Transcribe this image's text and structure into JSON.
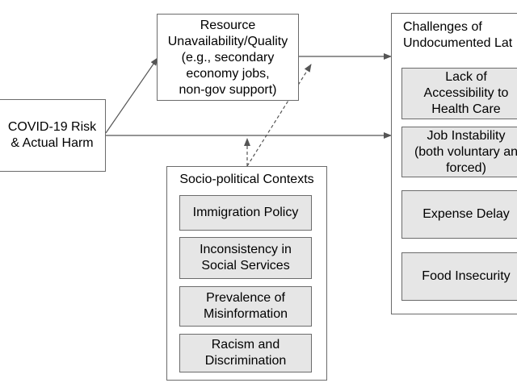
{
  "nodes": {
    "covid": {
      "label": "COVID-19 Risk\n& Actual Harm"
    },
    "resource": {
      "label": "Resource\nUnavailability/Quality\n(e.g., secondary\neconomy jobs,\nnon-gov support)"
    },
    "socio": {
      "title": "Socio-political Contexts",
      "items": [
        "Immigration Policy",
        "Inconsistency in\nSocial Services",
        "Prevalence of\nMisinformation",
        "Racism and\nDiscrimination"
      ]
    },
    "challenges": {
      "title": "Challenges of\nUndocumented Lat",
      "items": [
        "Lack of\nAccessibility to\nHealth Care",
        "Job Instability\n(both voluntary an\nforced)",
        "Expense Delay",
        "Food Insecurity"
      ]
    }
  },
  "colors": {
    "border": "#6b6b6b",
    "inner_fill": "#e6e6e6",
    "arrow": "#555555"
  }
}
